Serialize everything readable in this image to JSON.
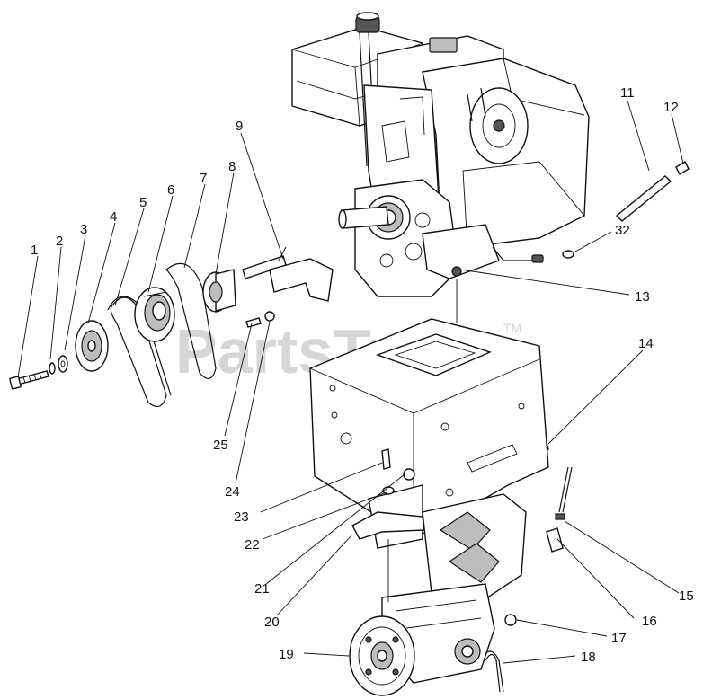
{
  "watermark": {
    "text": "PartsTree",
    "tm": "TM"
  },
  "callouts": {
    "c1": "1",
    "c2": "2",
    "c3": "3",
    "c4": "4",
    "c5": "5",
    "c6": "6",
    "c7": "7",
    "c8": "8",
    "c9": "9",
    "c11": "11",
    "c12": "12",
    "c32": "32",
    "c13": "13",
    "c14": "14",
    "c25": "25",
    "c24": "24",
    "c23": "23",
    "c22": "22",
    "c21": "21",
    "c20": "20",
    "c15": "15",
    "c16": "16",
    "c17": "17",
    "c19": "19",
    "c18": "18"
  }
}
